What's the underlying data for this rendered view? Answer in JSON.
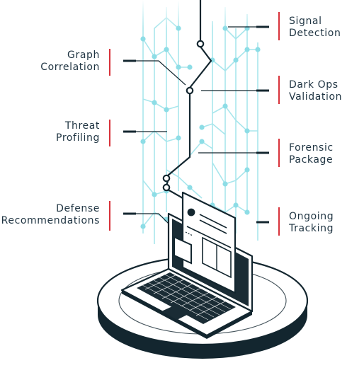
{
  "diagram": {
    "labels_left": [
      {
        "lines": [
          "Graph",
          "Correlation"
        ]
      },
      {
        "lines": [
          "Threat",
          "Profiling"
        ]
      },
      {
        "lines": [
          "Defense",
          "Recommendations"
        ]
      }
    ],
    "labels_right": [
      {
        "lines": [
          "Signal",
          "Detection"
        ]
      },
      {
        "lines": [
          "Dark Ops",
          "Validation"
        ]
      },
      {
        "lines": [
          "Forensic",
          "Package"
        ]
      },
      {
        "lines": [
          "Ongoing",
          "Tracking"
        ]
      }
    ]
  },
  "colors": {
    "ink": "#13262f",
    "accent_red": "#d8323a",
    "cyan": "#9ee3ea",
    "cyan_dot": "#7fd9e3",
    "label_text": "#1f3442",
    "screen": "#1a2c35",
    "key": "#1a2c35"
  }
}
